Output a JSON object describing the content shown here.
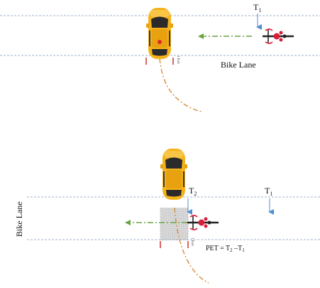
{
  "top_scene": {
    "time_marker": "T",
    "time_marker_sub": "1",
    "lane_label": "Bike Lane",
    "width_note": "1 foot"
  },
  "bottom_scene": {
    "time_marker_2": "T",
    "time_marker_2_sub": "2",
    "time_marker_1": "T",
    "time_marker_1_sub": "1",
    "lane_label": "Bike Lane",
    "width_note": "1 foot",
    "formula_prefix": "PET = T",
    "formula_sub_a": "2",
    "formula_mid": " –T",
    "formula_sub_b": "1"
  },
  "colors": {
    "lane_line": "#9fb3c8",
    "car_body": "#f5b21a",
    "car_glass": "#2b2b2b",
    "car_dot": "#e0262e",
    "path_dash": "#d98a3a",
    "bike_arrow": "#6aa343",
    "time_arrow": "#4f8fd1",
    "conflict_zone": "#cfcfcf",
    "bike_frame": "#222222",
    "bike_red": "#d81f3a",
    "edge_mark": "#cc2222"
  },
  "icons": [
    "car-icon",
    "bicycle-icon"
  ]
}
